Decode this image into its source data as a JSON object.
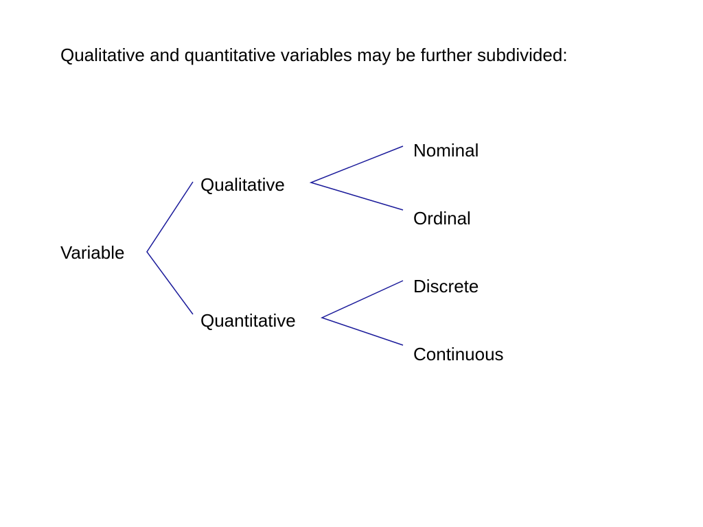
{
  "slide": {
    "heading": "Qualitative and quantitative variables may be further subdivided:",
    "line_color": "#1a1a9a",
    "tree": {
      "root": "Variable",
      "level1": [
        "Qualitative",
        "Quantitative"
      ],
      "level2": {
        "qualitative": [
          "Nominal",
          "Ordinal"
        ],
        "quantitative": [
          "Discrete",
          "Continuous"
        ]
      }
    }
  }
}
